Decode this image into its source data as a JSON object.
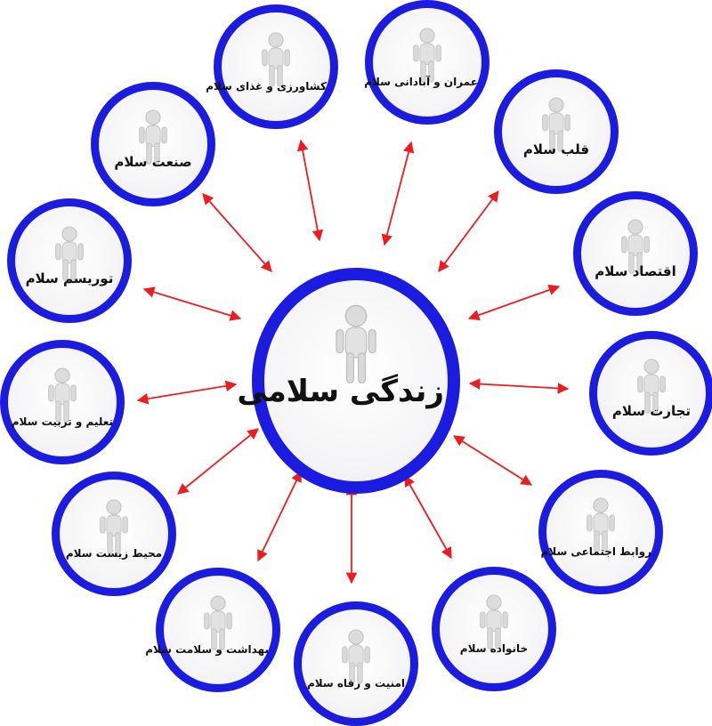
{
  "center": {
    "label": "زندگی سلامی",
    "icon": "figure-breaking-chains-icon"
  },
  "nodes": [
    {
      "label": "کشاورزی و غذای سلام",
      "icon": "figure-fork-spoon-icon"
    },
    {
      "label": "عمران و آبادانی سلام",
      "icon": "figure-hardhat-icon"
    },
    {
      "label": "صنعت سلام",
      "icon": "figure-wrench-icon"
    },
    {
      "label": "قلب سلام",
      "icon": "figure-heart-icon"
    },
    {
      "label": "توریسم سلام",
      "icon": "figure-globe-icon"
    },
    {
      "label": "اقتصاد سلام",
      "icon": "figure-dollar-icon"
    },
    {
      "label": "تعلیم و تربیت سلام",
      "icon": "figure-chalkboard-icon"
    },
    {
      "label": "تجارت سلام",
      "icon": "figures-trade-icon"
    },
    {
      "label": "محیط زیست سلام",
      "icon": "figure-trash-bin-icon"
    },
    {
      "label": "روابط اجتماعی سلام",
      "icon": "figures-handshake-icon"
    },
    {
      "label": "بهداشت و سلامت سلام",
      "icon": "figure-syringe-icon"
    },
    {
      "label": "امنیت و رفاه سلام",
      "icon": "figure-resting-icon"
    },
    {
      "label": "خانواده سلام",
      "icon": "figures-family-icon"
    }
  ],
  "colors": {
    "ring": "#1c1ce0",
    "arrow": "#ee1c1c",
    "figure": "#d8d8d8"
  }
}
